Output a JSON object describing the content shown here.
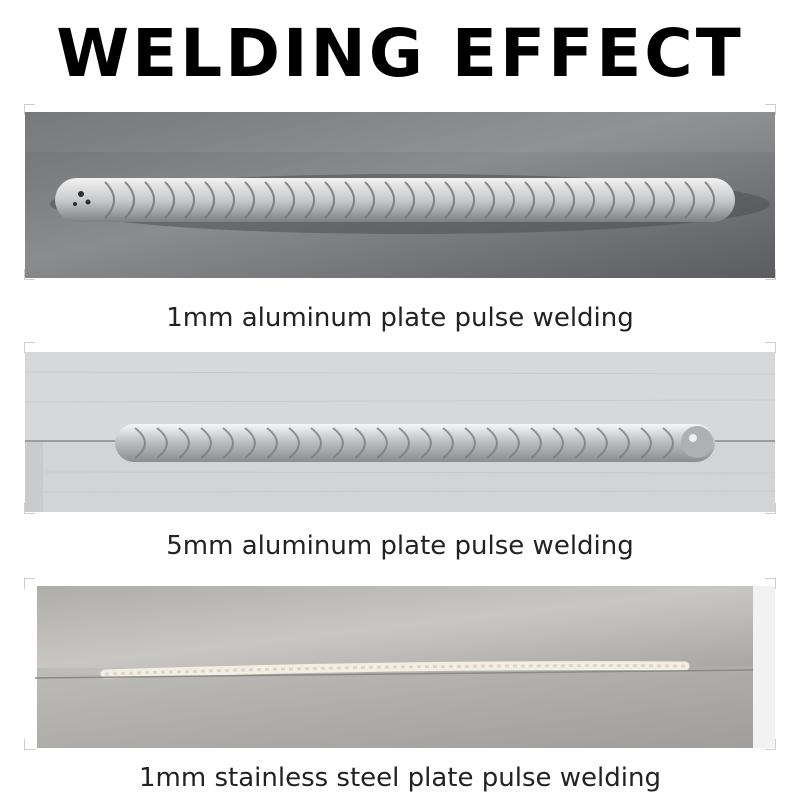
{
  "title": "WELDING EFFECT",
  "panels": [
    {
      "caption": "1mm aluminum plate pulse welding",
      "material": "aluminum-1mm"
    },
    {
      "caption": "5mm aluminum plate pulse welding",
      "material": "aluminum-5mm"
    },
    {
      "caption": "1mm stainless steel plate pulse welding",
      "material": "stainless-1mm"
    }
  ]
}
